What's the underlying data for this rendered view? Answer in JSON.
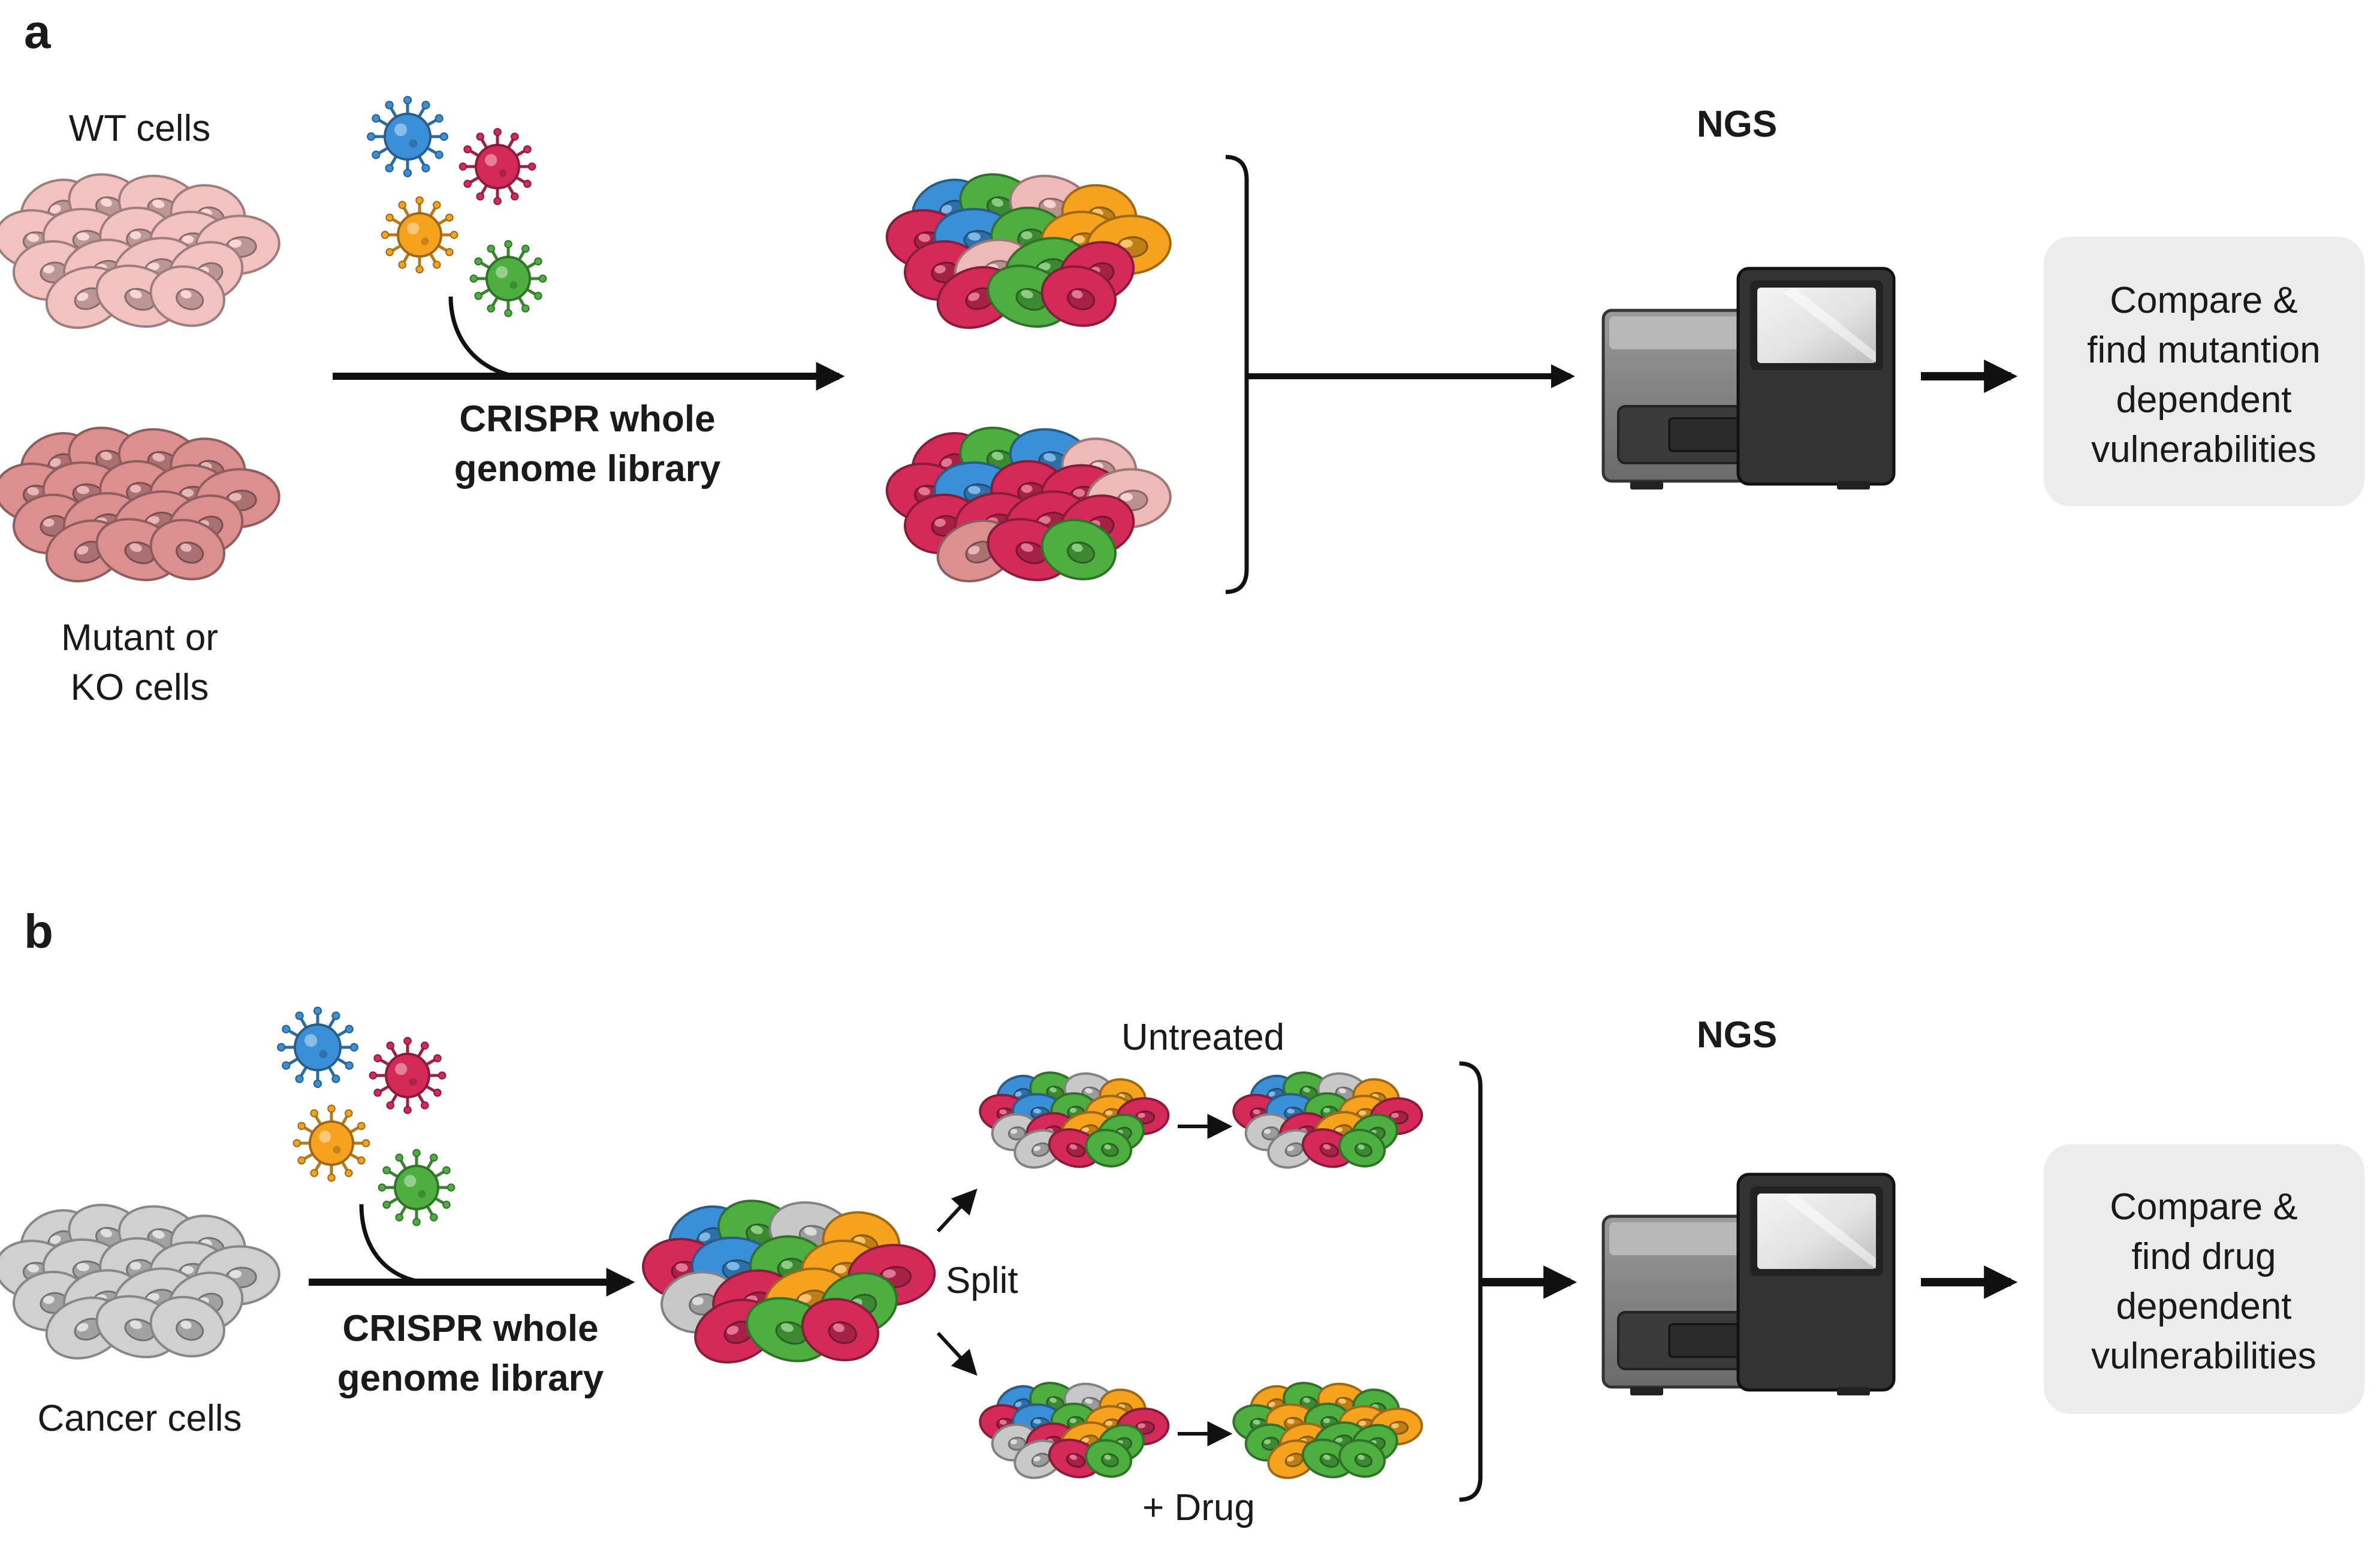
{
  "panel_a": {
    "letter": "a",
    "wt_label": "WT cells",
    "mutant_label_line1": "Mutant or",
    "mutant_label_line2": "KO cells",
    "library_line1": "CRISPR whole",
    "library_line2": "genome library",
    "ngs_label": "NGS",
    "result_line1": "Compare &",
    "result_line2": "find mutantion",
    "result_line3": "dependent",
    "result_line4": "vulnerabilities"
  },
  "panel_b": {
    "letter": "b",
    "cancer_label": "Cancer cells",
    "library_line1": "CRISPR whole",
    "library_line2": "genome library",
    "split_label": "Split",
    "untreated_label": "Untreated",
    "drug_label": "+ Drug",
    "ngs_label": "NGS",
    "result_line1": "Compare &",
    "result_line2": "find drug",
    "result_line3": "dependent",
    "result_line4": "vulnerabilities"
  },
  "colors": {
    "wt_cell": "#f2c2c0",
    "mutant_cell": "#db8f8f",
    "cancer_cell": "#d0d0d0",
    "blue": "#3a8fd6",
    "red": "#d42a5a",
    "orange": "#f5a21e",
    "green": "#4caf3f",
    "pink_light": "#efb9b8",
    "grey": "#c8c8c8",
    "box": "#ececec",
    "ink": "#111111"
  }
}
